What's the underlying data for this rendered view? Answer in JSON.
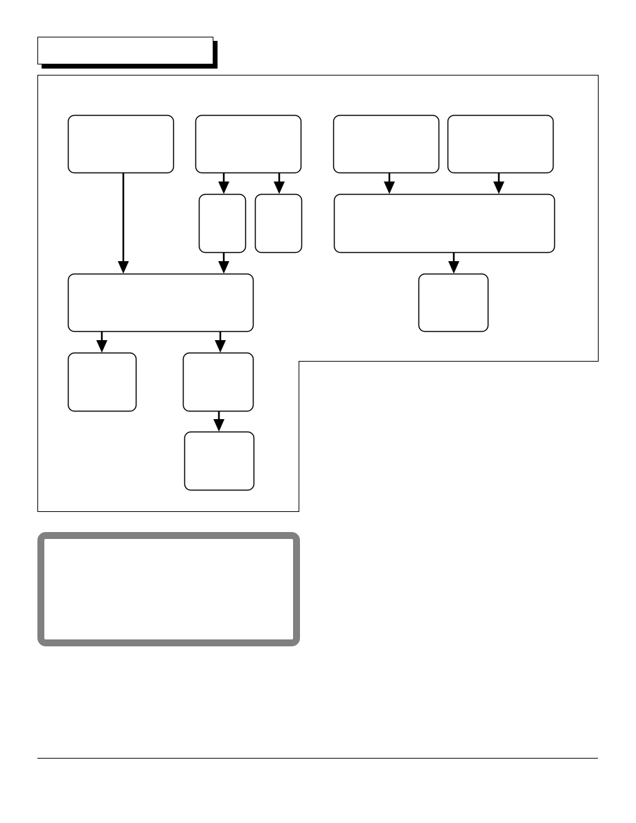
{
  "header": {
    "title": ""
  },
  "diagram": {
    "nodes": [
      {
        "id": "n1",
        "label": ""
      },
      {
        "id": "n2",
        "label": ""
      },
      {
        "id": "n3",
        "label": ""
      },
      {
        "id": "n4",
        "label": ""
      },
      {
        "id": "n5",
        "label": ""
      },
      {
        "id": "n6",
        "label": ""
      },
      {
        "id": "n7",
        "label": ""
      },
      {
        "id": "n8",
        "label": ""
      },
      {
        "id": "n9",
        "label": ""
      },
      {
        "id": "n10",
        "label": ""
      },
      {
        "id": "n11",
        "label": ""
      },
      {
        "id": "n12",
        "label": ""
      },
      {
        "id": "n13",
        "label": ""
      }
    ],
    "edges": [
      {
        "from": "n1",
        "to": "n9"
      },
      {
        "from": "n2",
        "to": "n5"
      },
      {
        "from": "n2",
        "to": "n6"
      },
      {
        "from": "n5",
        "to": "n9"
      },
      {
        "from": "n3",
        "to": "n7"
      },
      {
        "from": "n4",
        "to": "n7"
      },
      {
        "from": "n7",
        "to": "n8"
      },
      {
        "from": "n9",
        "to": "n10"
      },
      {
        "from": "n9",
        "to": "n11"
      },
      {
        "from": "n11",
        "to": "n12"
      }
    ]
  },
  "note": {
    "text": ""
  }
}
